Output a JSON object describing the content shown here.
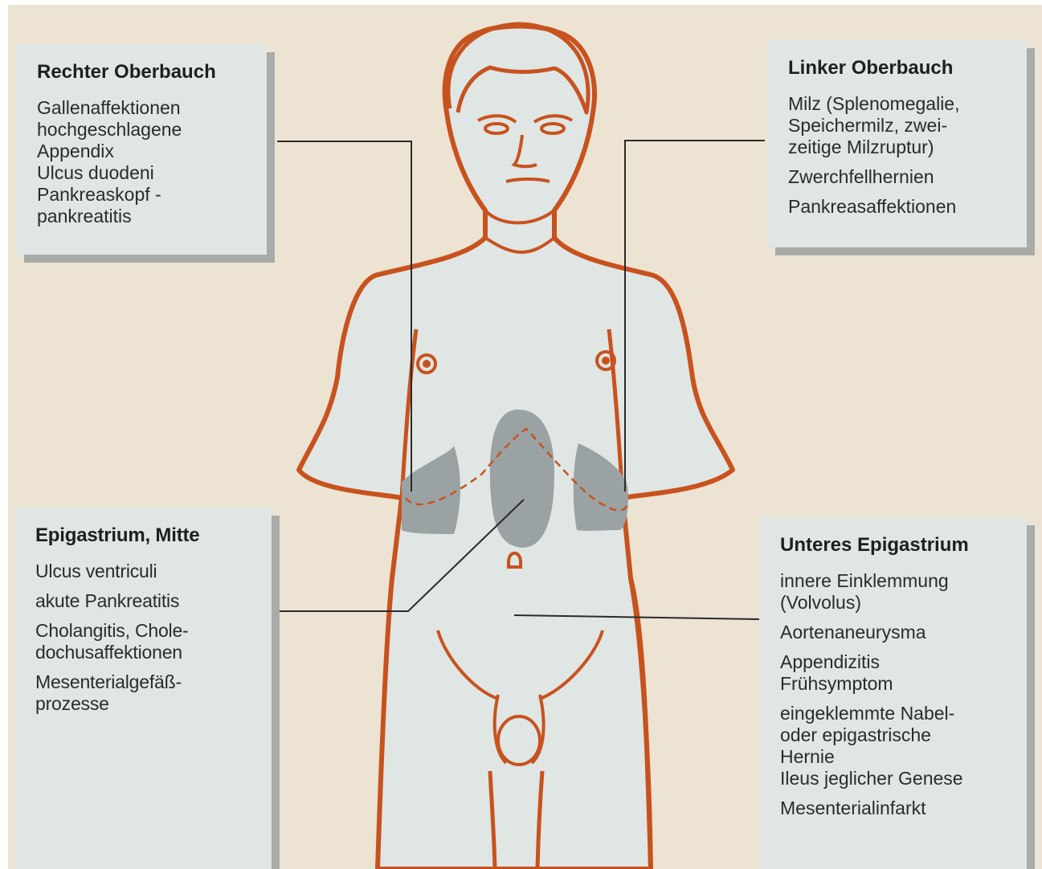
{
  "panels": {
    "rechter_oberbauch": {
      "title": "Rechter Oberbauch",
      "items": [
        "Gallenaffektionen\nhochgeschlagene\nAppendix\nUlcus  duodeni\nPankreaskopf -\npankreatitis"
      ]
    },
    "linker_oberbauch": {
      "title": "Linker Oberbauch",
      "items": [
        "Milz (Splenomegalie,\nSpeichermilz, zwei-\nzeitige Milzruptur)",
        "Zwerchfellhernien",
        "Pankreasaffektionen"
      ]
    },
    "epigastrium_mitte": {
      "title": "Epigastrium, Mitte",
      "items": [
        "Ulcus  ventriculi",
        "akute Pankreatitis",
        "Cholangitis, Chole-\ndochusaffektionen",
        "Mesenterialgefäß-\nprozesse"
      ]
    },
    "unteres_epigastrium": {
      "title": "Unteres Epigastrium",
      "items": [
        "innere Einklemmung\n(Volvolus)",
        "Aortenaneurysma",
        "Appendizitis\nFrühsymptom",
        "eingeklemmte Nabel-\noder epigastrische\nHernie\nIleus jeglicher  Genese",
        "Mesenterialinfarkt"
      ]
    }
  },
  "colors": {
    "background": "#ede3d2",
    "body_fill": "#dfe6e4",
    "outline": "#c8521e",
    "organ_fill": "#9aa2a4",
    "leader_line": "#2a2a2a",
    "panel_shadow": "#a9aba8"
  }
}
